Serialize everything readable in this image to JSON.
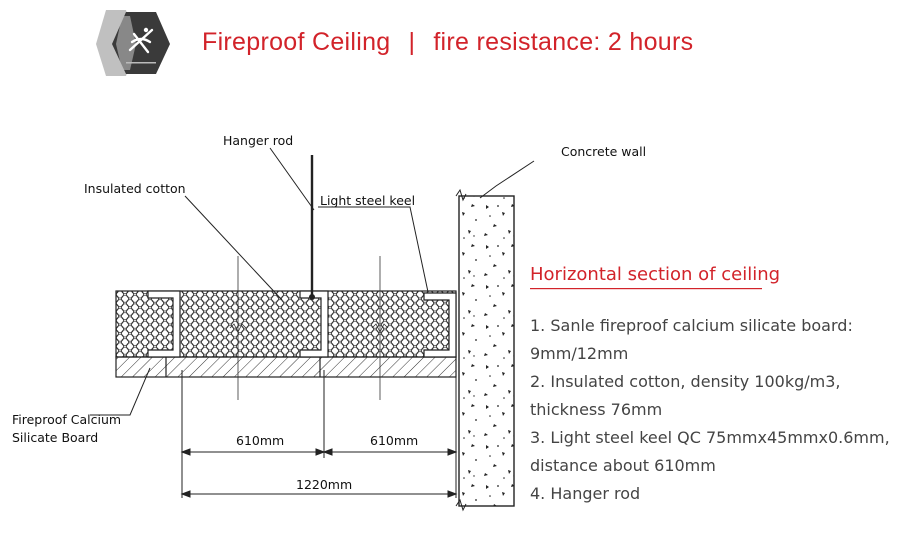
{
  "header": {
    "title": "Fireproof Ceiling",
    "separator": "|",
    "subtitle": "fire resistance: 2 hours"
  },
  "logo": {
    "icon": "company-logo-hexagon"
  },
  "labels": {
    "hanger_rod": "Hanger rod",
    "insulated_cotton": "Insulated cotton",
    "light_steel_keel": "Light steel keel",
    "concrete_wall": "Concrete wall",
    "board_line1": "Fireproof Calcium",
    "board_line2": "Silicate Board"
  },
  "dimensions": {
    "span_left": "610mm",
    "span_right": "610mm",
    "span_total": "1220mm"
  },
  "section": {
    "title": "Horizontal section of ceiling",
    "notes": [
      "1. Sanle fireproof calcium silicate board:",
      "9mm/12mm",
      "2. Insulated cotton, density 100kg/m3,",
      "thickness 76mm",
      "3. Light steel keel QC 75mmx45mmx0.6mm,",
      "distance about 610mm",
      "4. Hanger rod"
    ]
  },
  "colors": {
    "accent": "#d2232a",
    "logo_gray": "#8c8c8c",
    "logo_dark": "#3a3a3a"
  }
}
